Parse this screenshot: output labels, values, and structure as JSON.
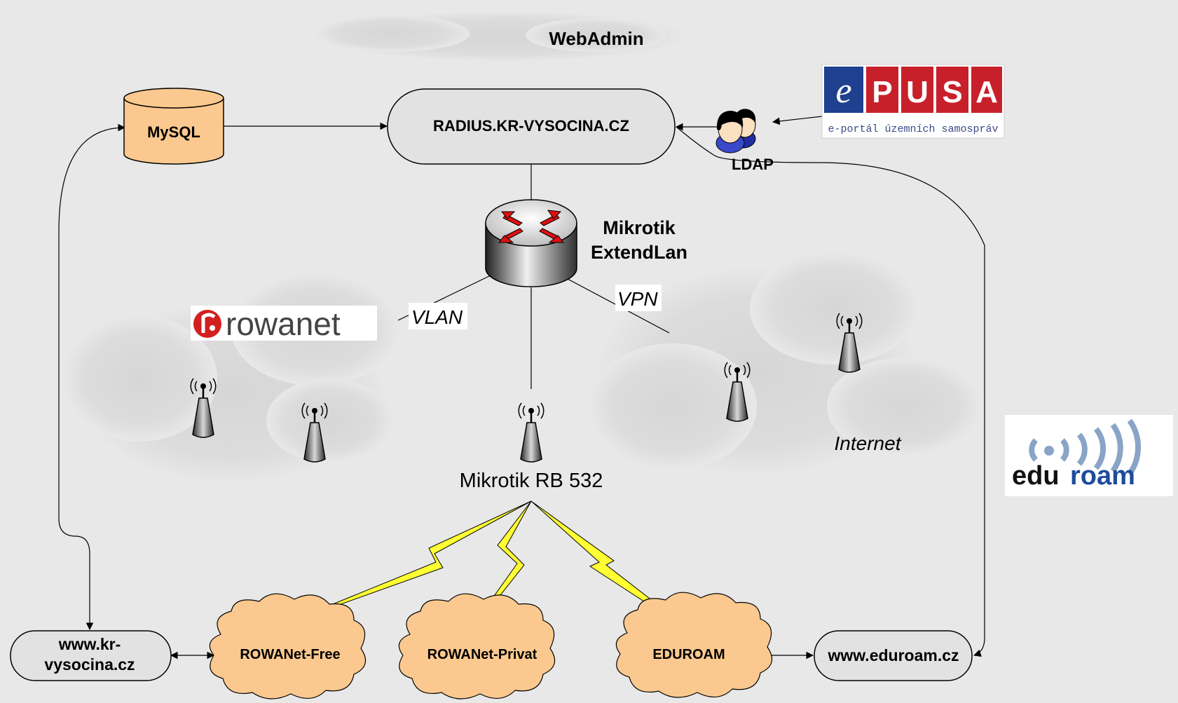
{
  "title": "WebAdmin",
  "nodes": {
    "mysql": "MySQL",
    "radius": "RADIUS.KR-VYSOCINA.CZ",
    "ldap": "LDAP",
    "mikrotik_line1": "Mikrotik",
    "mikrotik_line2": "ExtendLan",
    "ap_label": "Mikrotik RB 532",
    "kr_vysocina_line1": "www.kr-",
    "kr_vysocina_line2": "vysocina.cz",
    "eduroam_web": "www.eduroam.cz"
  },
  "links": {
    "vlan": "VLAN",
    "vpn": "VPN",
    "internet": "Internet"
  },
  "clouds": {
    "free": "ROWANet-Free",
    "privat": "ROWANet-Privat",
    "eduroam": "EDUROAM"
  },
  "logos": {
    "rowanet": "rowanet",
    "epusa_e": "e",
    "epusa_letters": [
      "P",
      "U",
      "S",
      "A"
    ],
    "epusa_sub": "e-portál územních samospráv",
    "eduroam_edu": "edu",
    "eduroam_roam": "roam"
  },
  "colors": {
    "background": "#e8e8e8",
    "peach": "#fbc98f",
    "epusa_red": "#c8202a",
    "epusa_blue": "#1f3f8f",
    "lightning": "#ffff33",
    "router_arrows": "#e01010",
    "rowanet_red": "#d22020",
    "eduroam_blue": "#1c4c9c"
  }
}
